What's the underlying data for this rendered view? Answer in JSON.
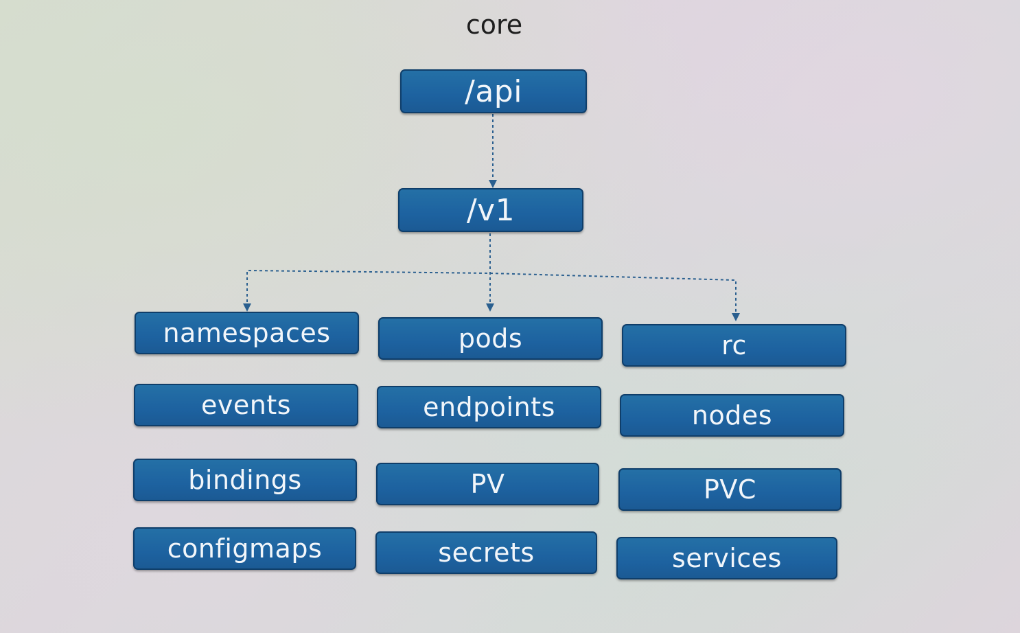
{
  "title": "core",
  "root": "/api",
  "version": "/v1",
  "resources": [
    [
      "namespaces",
      "pods",
      "rc"
    ],
    [
      "events",
      "endpoints",
      "nodes"
    ],
    [
      "bindings",
      "PV",
      "PVC"
    ],
    [
      "configmaps",
      "secrets",
      "services"
    ]
  ],
  "colors": {
    "box_fill": "#1d62a0",
    "box_border": "#0f3e6a",
    "box_text": "#f2f6fa",
    "connector": "#2a5f8f"
  }
}
